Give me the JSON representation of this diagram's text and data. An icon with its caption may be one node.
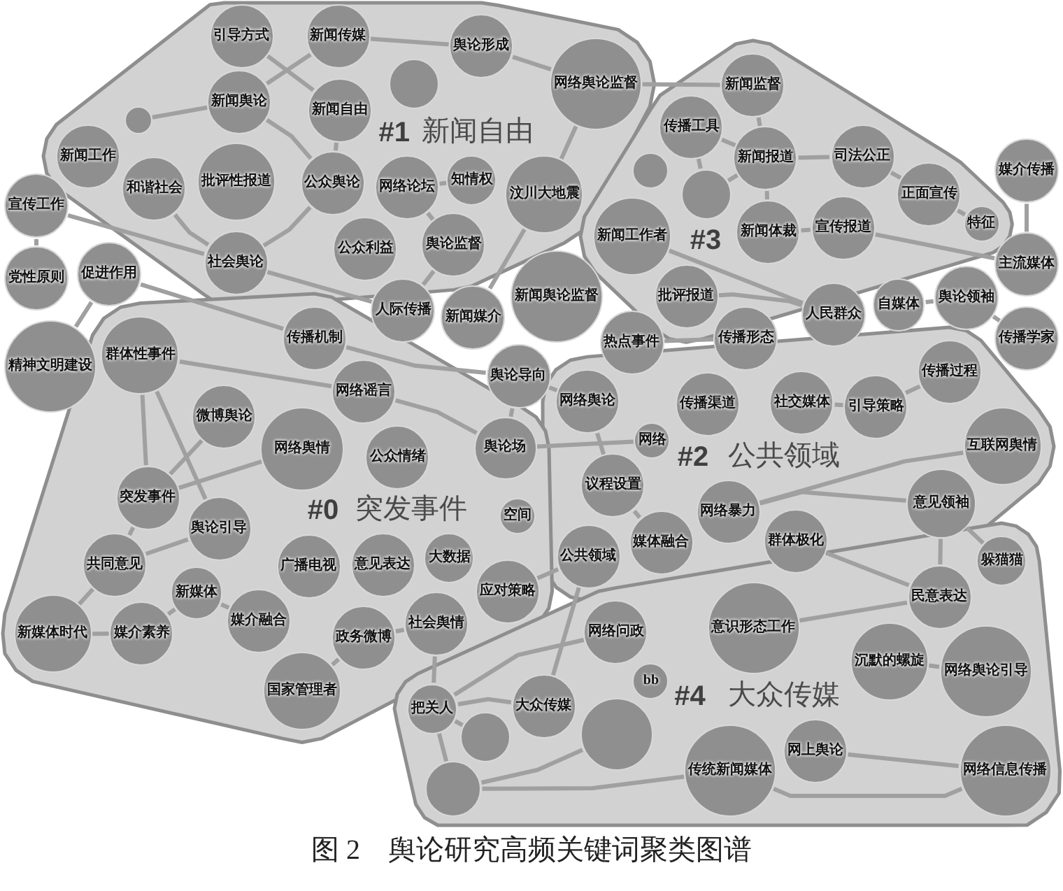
{
  "diagram": {
    "caption": "图 2　舆论研究高频关键词聚类图谱",
    "nodes": [
      {
        "text": [
          "#1",
          "新闻自由"
        ]
      },
      {
        "text": [
          "#3"
        ]
      },
      {
        "text": [
          "#2",
          "公共领域"
        ]
      },
      {
        "text": [
          "#0",
          "突发事件"
        ]
      },
      {
        "text": [
          "#4",
          "大众传媒"
        ]
      },
      {
        "text": [
          "新闻传媒"
        ],
        "in": 0
      },
      {
        "text": [
          "舆论形成"
        ],
        "in": 0
      },
      {
        "text": [
          "引导方式"
        ],
        "in": 0
      },
      {
        "text": [],
        "shape": "circle",
        "in": 0
      },
      {
        "text": [
          "网络舆论监督"
        ],
        "in": 0
      },
      {
        "text": [
          "新闻自由"
        ],
        "in": 0
      },
      {
        "text": [
          "新闻监督"
        ],
        "in": 1
      },
      {
        "text": [],
        "shape": "circle",
        "in": 0
      },
      {
        "text": [
          "传播工具"
        ],
        "in": 1
      },
      {
        "text": [
          "新闻舆论"
        ],
        "in": 0
      },
      {
        "text": [
          "司法公正"
        ],
        "in": 1
      },
      {
        "text": [
          "网络论坛"
        ],
        "in": 0
      },
      {
        "text": [
          "知情权"
        ],
        "in": 0
      },
      {
        "text": [
          "新闻工作"
        ],
        "in": 0
      },
      {
        "text": [
          "新闻报道"
        ],
        "in": 1
      },
      {
        "text": [
          "公众舆论"
        ],
        "in": 0
      },
      {
        "text": [
          "正面宣传"
        ],
        "in": 1
      },
      {
        "text": [
          "批评性报道"
        ],
        "in": 0
      },
      {
        "text": [
          "汶川大地震"
        ],
        "in": 0
      },
      {
        "text": [
          "公众利益"
        ],
        "in": 0
      },
      {
        "text": [],
        "shape": "circle",
        "in": 1
      },
      {
        "text": [
          "舆论监督"
        ],
        "in": 0
      },
      {
        "text": [
          "特征"
        ],
        "in": 1
      },
      {
        "text": [],
        "shape": "circle",
        "in": 1
      },
      {
        "text": [
          "和谐社会"
        ],
        "in": 0
      },
      {
        "text": [
          "新闻体裁"
        ],
        "in": 1
      },
      {
        "text": [
          "党性原则"
        ]
      },
      {
        "text": [
          "社会舆论"
        ],
        "in": 0
      },
      {
        "text": [
          "宣传报道"
        ],
        "in": 1
      },
      {
        "text": [
          "新闻媒介"
        ]
      },
      {
        "text": [
          "新闻工作者"
        ],
        "in": 1
      },
      {
        "text": [
          "主流媒体"
        ]
      },
      {
        "text": [
          "宣传工作"
        ]
      },
      {
        "text": [
          "批评报道"
        ],
        "in": 1
      },
      {
        "text": [
          "媒介传播"
        ]
      },
      {
        "text": [
          "人际传播"
        ]
      },
      {
        "text": [
          "人民群众"
        ]
      },
      {
        "text": [
          "新闻舆论监督"
        ]
      },
      {
        "text": [
          "舆论领袖"
        ]
      },
      {
        "text": [
          "促进作用"
        ]
      },
      {
        "text": [
          "传播机制"
        ],
        "in": 3
      },
      {
        "text": [
          "传播形态"
        ]
      },
      {
        "text": [
          "自媒体"
        ]
      },
      {
        "text": [
          "传播学家"
        ]
      },
      {
        "text": [
          "精神文明建设"
        ]
      },
      {
        "text": [
          "舆论导向"
        ]
      },
      {
        "text": [
          "热点事件"
        ]
      },
      {
        "text": [
          "群体性事件"
        ],
        "in": 3
      },
      {
        "text": [
          "传播过程"
        ],
        "in": 2
      },
      {
        "text": [
          "网络谣言"
        ],
        "in": 3
      },
      {
        "text": [
          "传播渠道"
        ],
        "in": 2
      },
      {
        "text": [
          "社交媒体"
        ],
        "in": 2
      },
      {
        "text": [
          "引导策略"
        ],
        "in": 2
      },
      {
        "text": [
          "微博舆论"
        ],
        "in": 3
      },
      {
        "text": [
          "网络舆论"
        ],
        "in": 2
      },
      {
        "text": [
          "突发事件"
        ],
        "in": 3
      },
      {
        "text": [
          "网络"
        ],
        "in": 2
      },
      {
        "text": [
          "网络舆情"
        ],
        "in": 3
      },
      {
        "text": [
          "舆论场"
        ],
        "in": 3
      },
      {
        "text": [
          "互联网舆情"
        ],
        "in": 2
      },
      {
        "text": [
          "公众情绪"
        ],
        "in": 3
      },
      {
        "text": [
          "议程设置"
        ],
        "in": 2
      },
      {
        "text": [
          "网络暴力"
        ],
        "in": 2
      },
      {
        "text": [
          "舆论引导"
        ],
        "in": 3
      },
      {
        "text": [
          "空间"
        ],
        "in": 3
      },
      {
        "text": [
          "共同意见"
        ],
        "in": 3
      },
      {
        "text": [
          "广播电视"
        ],
        "in": 3
      },
      {
        "text": [
          "群体极化"
        ],
        "in": 2
      },
      {
        "text": [
          "大数据"
        ],
        "in": 3
      },
      {
        "text": [
          "意见领袖"
        ],
        "in": 2
      },
      {
        "text": [
          "公共领域"
        ],
        "in": 2
      },
      {
        "text": [
          "应对策略"
        ],
        "in": 3
      },
      {
        "text": [
          "媒体融合"
        ],
        "in": 2
      },
      {
        "text": [
          "新媒体"
        ],
        "in": 3
      },
      {
        "text": [
          "意见表达"
        ],
        "in": 3
      },
      {
        "text": [
          "网络问政"
        ],
        "in": 4
      },
      {
        "text": [
          "社会舆情"
        ],
        "in": 3
      },
      {
        "text": [
          "媒介融合"
        ],
        "in": 3
      },
      {
        "text": [
          "意识形态工作"
        ],
        "in": 4
      },
      {
        "text": [
          "媒介素养"
        ],
        "in": 3
      },
      {
        "text": [
          "民意表达"
        ],
        "in": 4
      },
      {
        "text": [
          "政务微博"
        ],
        "in": 3
      },
      {
        "text": [
          "大众传媒"
        ],
        "in": 4
      },
      {
        "text": [
          "躲猫猫"
        ],
        "in": 4
      },
      {
        "text": [
          "新媒体时代"
        ],
        "in": 3
      },
      {
        "text": [
          "沉默的螺旋"
        ],
        "in": 4
      },
      {
        "text": [
          "把关人"
        ],
        "in": 4
      },
      {
        "text": [
          "国家管理者"
        ],
        "in": 3
      },
      {
        "text": [
          "网络舆论引导"
        ],
        "in": 4
      },
      {
        "text": [
          "bb"
        ],
        "in": 4
      },
      {
        "text": [],
        "shape": "circle",
        "in": 4
      },
      {
        "text": [],
        "shape": "circle",
        "in": 4
      },
      {
        "text": [
          "网上舆论"
        ],
        "in": 4
      },
      {
        "text": [
          "网络信息传播"
        ],
        "in": 4
      },
      {
        "text": [],
        "shape": "circle",
        "in": 4
      },
      {
        "text": [
          "传统新闻媒体"
        ],
        "in": 4
      }
    ],
    "edges": [
      {
        "from": 49,
        "to": 44,
        "arrow": "none"
      },
      {
        "from": 44,
        "to": 45,
        "arrow": "none"
      },
      {
        "from": 31,
        "to": 37,
        "arrow": "none"
      },
      {
        "from": 37,
        "to": 32,
        "arrow": "none"
      },
      {
        "from": 12,
        "to": 14,
        "arrow": "none"
      },
      {
        "from": 89,
        "to": 84,
        "arrow": "none"
      },
      {
        "from": 84,
        "to": 78,
        "arrow": "none"
      },
      {
        "from": 78,
        "to": 82,
        "arrow": "none"
      },
      {
        "from": 92,
        "to": 86,
        "arrow": "none"
      },
      {
        "from": 70,
        "to": 68,
        "arrow": "none"
      },
      {
        "from": 60,
        "to": 62,
        "arrow": "none"
      },
      {
        "from": 7,
        "to": 10,
        "arrow": "none"
      },
      {
        "from": 5,
        "to": 6,
        "arrow": "none"
      },
      {
        "from": 5,
        "to": 14,
        "arrow": "none"
      },
      {
        "from": 6,
        "to": 9,
        "arrow": "none"
      },
      {
        "from": 9,
        "to": 11,
        "arrow": "none"
      },
      {
        "from": 14,
        "to": 20,
        "arrow": "none"
      },
      {
        "from": 20,
        "to": 32,
        "arrow": "none"
      },
      {
        "from": 29,
        "to": 32,
        "arrow": "none"
      },
      {
        "from": 26,
        "to": 40,
        "arrow": "none"
      },
      {
        "from": 23,
        "to": 34,
        "arrow": "none"
      },
      {
        "from": 11,
        "to": 19,
        "arrow": "none"
      },
      {
        "from": 13,
        "to": 19,
        "arrow": "none"
      },
      {
        "from": 15,
        "to": 21,
        "arrow": "none"
      },
      {
        "from": 19,
        "to": 15,
        "arrow": "none"
      },
      {
        "from": 21,
        "to": 27,
        "arrow": "none"
      },
      {
        "from": 19,
        "to": 30,
        "arrow": "none"
      },
      {
        "from": 30,
        "to": 33,
        "arrow": "none"
      },
      {
        "from": 33,
        "to": 36,
        "arrow": "none"
      },
      {
        "from": 36,
        "to": 39,
        "arrow": "none"
      },
      {
        "from": 43,
        "to": 48,
        "arrow": "none"
      },
      {
        "from": 47,
        "to": 43,
        "arrow": "none"
      },
      {
        "from": 35,
        "to": 41,
        "arrow": "none"
      },
      {
        "from": 45,
        "to": 50,
        "arrow": "none"
      },
      {
        "from": 52,
        "to": 54,
        "arrow": "none"
      },
      {
        "from": 54,
        "to": 63,
        "arrow": "none"
      },
      {
        "from": 50,
        "to": 59,
        "arrow": "none"
      },
      {
        "from": 51,
        "to": 46,
        "arrow": "none"
      },
      {
        "from": 56,
        "to": 57,
        "arrow": "none"
      },
      {
        "from": 57,
        "to": 53,
        "arrow": "none"
      },
      {
        "from": 59,
        "to": 66,
        "arrow": "none"
      },
      {
        "from": 67,
        "to": 64,
        "arrow": "none"
      },
      {
        "from": 81,
        "to": 91,
        "arrow": "none"
      },
      {
        "from": 76,
        "to": 75,
        "arrow": "none"
      },
      {
        "from": 80,
        "to": 91,
        "arrow": "none"
      },
      {
        "from": 67,
        "to": 74,
        "arrow": "none"
      },
      {
        "from": 74,
        "to": 85,
        "arrow": "none"
      },
      {
        "from": 74,
        "to": 88,
        "arrow": "none"
      },
      {
        "from": 83,
        "to": 85,
        "arrow": "none"
      },
      {
        "from": 87,
        "to": 91,
        "arrow": "none"
      },
      {
        "from": 90,
        "to": 93,
        "arrow": "none"
      },
      {
        "from": 97,
        "to": 98,
        "arrow": "none"
      },
      {
        "from": 99,
        "to": 100,
        "arrow": "none"
      },
      {
        "from": 99,
        "to": 96,
        "arrow": "none"
      },
      {
        "from": 95,
        "to": 91,
        "arrow": "none"
      },
      {
        "from": 100,
        "to": 98,
        "arrow": "none"
      },
      {
        "from": 91,
        "to": 99,
        "arrow": "none"
      },
      {
        "from": 32,
        "to": 40,
        "arrow": "none"
      },
      {
        "from": 52,
        "to": 60,
        "arrow": "none"
      },
      {
        "from": 52,
        "to": 68,
        "arrow": "none"
      },
      {
        "from": 58,
        "to": 60,
        "arrow": "none"
      },
      {
        "from": 60,
        "to": 70,
        "arrow": "none"
      },
      {
        "from": 70,
        "to": 89,
        "arrow": "none"
      },
      {
        "from": 86,
        "to": 81,
        "arrow": "none"
      },
      {
        "from": 61,
        "to": 63,
        "arrow": "none"
      },
      {
        "from": 66,
        "to": 77,
        "arrow": "none"
      },
      {
        "from": 72,
        "to": 85,
        "arrow": "none"
      },
      {
        "from": 41,
        "to": 38,
        "arrow": "none"
      },
      {
        "from": 17,
        "to": 16,
        "arrow": "none"
      },
      {
        "from": 10,
        "to": 20,
        "arrow": "none"
      },
      {
        "from": 25,
        "to": 13,
        "arrow": "none"
      },
      {
        "from": 25,
        "to": 19,
        "arrow": "none"
      },
      {
        "from": 50,
        "to": 63,
        "arrow": "none"
      },
      {
        "from": 9,
        "to": 23,
        "arrow": "none"
      },
      {
        "from": 16,
        "to": 26,
        "arrow": "none"
      },
      {
        "from": 75,
        "to": 87,
        "arrow": "none"
      }
    ]
  }
}
